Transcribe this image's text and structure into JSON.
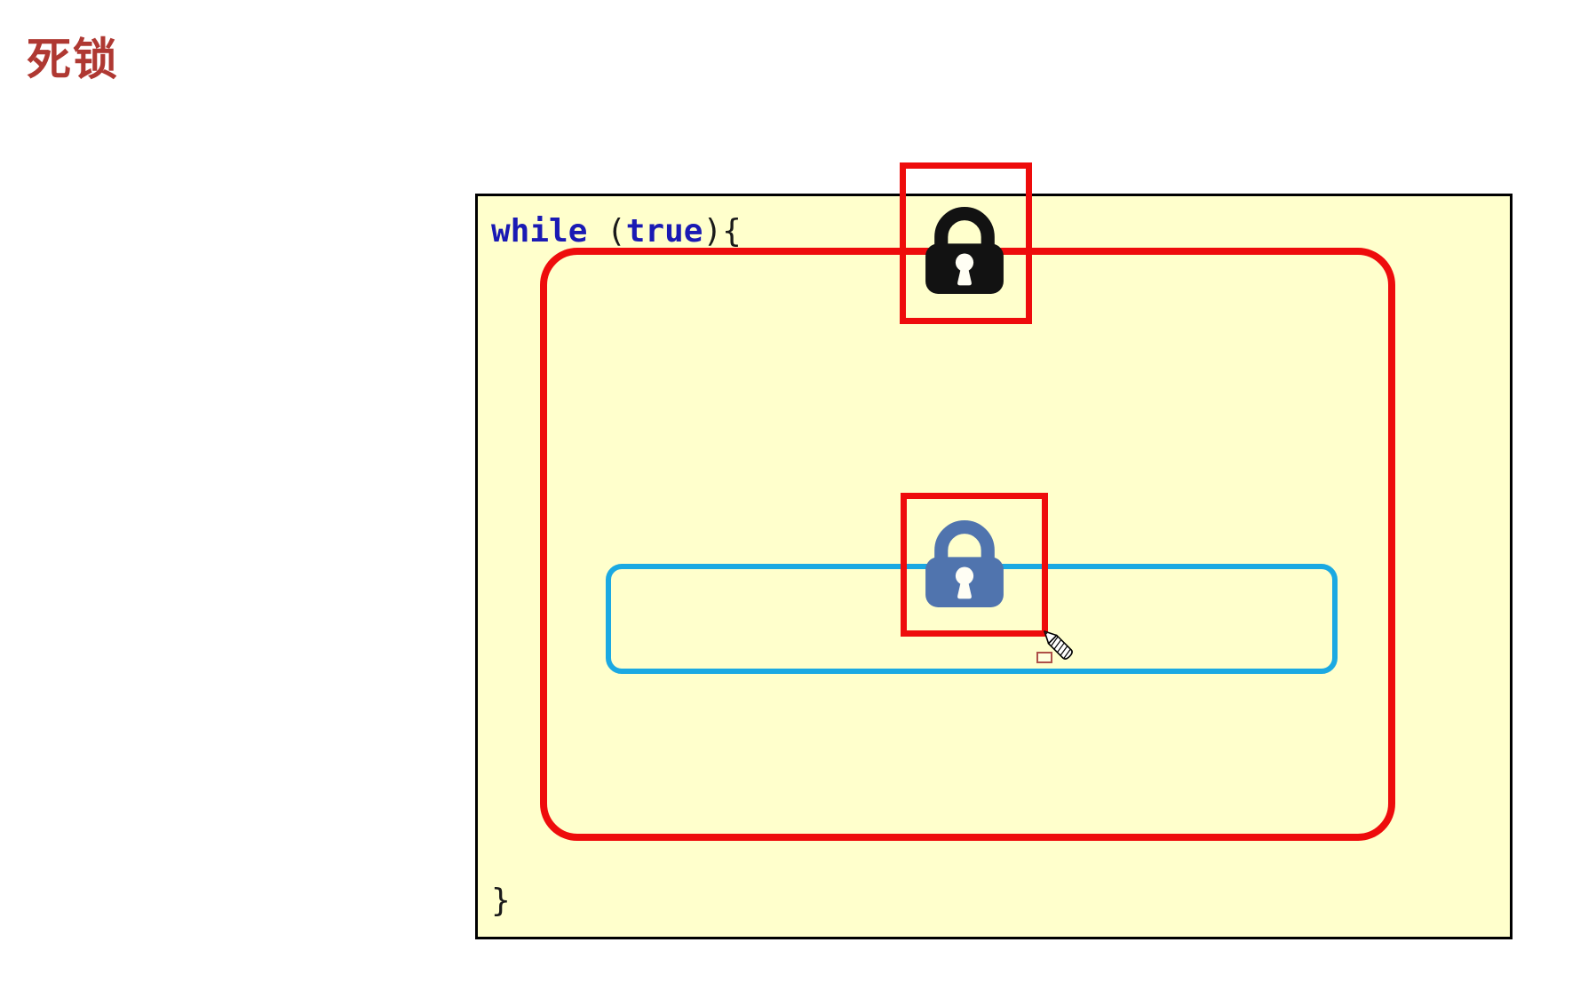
{
  "page": {
    "background": "#FFFFFF"
  },
  "title": {
    "text": "死锁",
    "color": "#AF3832"
  },
  "code_panel": {
    "background": "#FFFFCC",
    "border_color": "#000000",
    "keyword_color": "#1A1AB4",
    "punctuation_color": "#1A1A1A",
    "line1": {
      "kw_while": "while",
      "punct_mid": " (",
      "kw_true": "true",
      "punct_end": "){"
    },
    "closing_brace": "}"
  },
  "annotations": {
    "red_stroke": "#EE0C0C",
    "blue_stroke": "#1BA9E2"
  },
  "icons": {
    "top_lock": {
      "name": "black-padlock-icon",
      "color": "#121212"
    },
    "middle_lock": {
      "name": "blue-padlock-icon",
      "color": "#5074AE"
    },
    "cursor": {
      "name": "pencil-cursor-icon"
    },
    "tool_badge": {
      "name": "rectangle-tool-icon",
      "color": "#AE5048"
    }
  }
}
